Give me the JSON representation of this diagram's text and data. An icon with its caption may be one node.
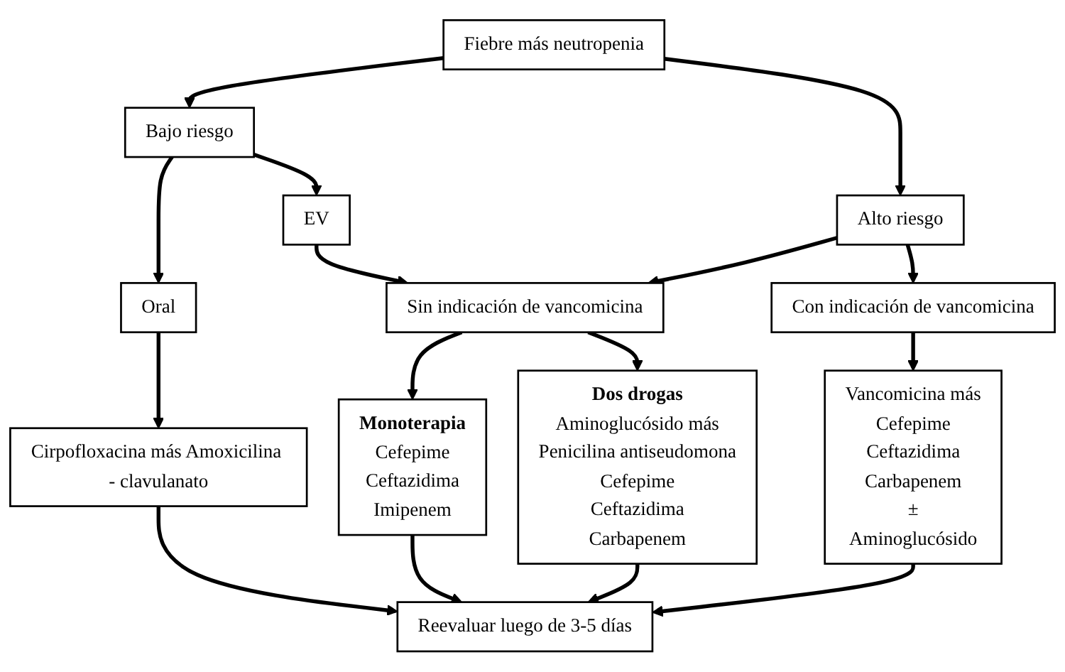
{
  "diagram": {
    "nodes": [
      {
        "text": [
          "Fiebre más neutropenia"
        ]
      },
      {
        "text": [
          "Bajo riesgo"
        ]
      },
      {
        "text": [
          "Alto riesgo"
        ]
      },
      {
        "text": [
          "Oral"
        ]
      },
      {
        "text": [
          "EV"
        ]
      },
      {
        "text": [
          "Sin indicación de vancomicina"
        ]
      },
      {
        "text": [
          "Con indicación de vancomicina"
        ]
      },
      {
        "text": [
          "Cirpofloxacina más Amoxicilina - clavulanato"
        ]
      },
      {
        "text": [
          "Monoterapia",
          "Cefepime",
          "Ceftazidima",
          "Imipenem"
        ]
      },
      {
        "text": [
          "Dos drogas",
          "Aminoglucósido más",
          "Penicilina antiseudomona",
          "Cefepime",
          "Ceftazidima",
          "Carbapenem"
        ]
      },
      {
        "text": [
          "Vancomicina más",
          "Cefepime",
          "Ceftazidima",
          "Carbapenem",
          "±",
          "Aminoglucósido"
        ]
      },
      {
        "text": [
          "Reevaluar luego de 3-5 días"
        ]
      }
    ],
    "edges": [
      {
        "from": 0,
        "to": 1,
        "arrow": "to"
      },
      {
        "from": 0,
        "to": 2,
        "arrow": "to"
      },
      {
        "from": 1,
        "to": 3,
        "arrow": "to"
      },
      {
        "from": 1,
        "to": 4,
        "arrow": "to"
      },
      {
        "from": 4,
        "to": 5,
        "arrow": "to"
      },
      {
        "from": 2,
        "to": 5,
        "arrow": "to"
      },
      {
        "from": 2,
        "to": 6,
        "arrow": "to"
      },
      {
        "from": 3,
        "to": 7,
        "arrow": "to"
      },
      {
        "from": 5,
        "to": 8,
        "arrow": "to"
      },
      {
        "from": 5,
        "to": 9,
        "arrow": "to"
      },
      {
        "from": 6,
        "to": 10,
        "arrow": "to"
      },
      {
        "from": 7,
        "to": 11,
        "arrow": "to"
      },
      {
        "from": 8,
        "to": 11,
        "arrow": "to"
      },
      {
        "from": 9,
        "to": 11,
        "arrow": "to"
      },
      {
        "from": 10,
        "to": 11,
        "arrow": "to"
      }
    ]
  }
}
